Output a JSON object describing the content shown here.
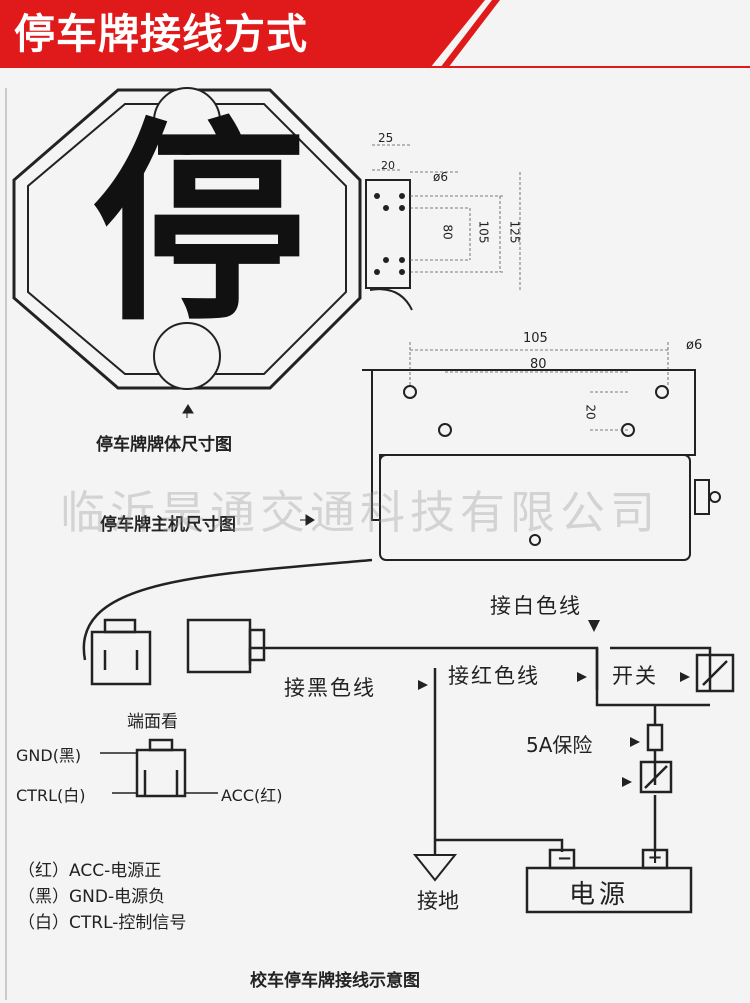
{
  "banner": {
    "title": "停车牌接线方式",
    "color": "#e01a1a"
  },
  "sign": {
    "character": "停",
    "caption": "停车牌牌体尺寸图",
    "bracket_dims": {
      "top": "25",
      "top_inner": "20",
      "hole": "ø6",
      "inner": "80",
      "mid": "105",
      "outer": "125"
    }
  },
  "host": {
    "caption": "停车牌主机尺寸图",
    "dims": {
      "outer": "105",
      "inner": "80",
      "hole": "ø6",
      "side": "20"
    }
  },
  "watermark": "临沂昊通交通科技有限公司",
  "connector": {
    "view_label": "端面看",
    "pins": {
      "gnd": "GND(黑)",
      "ctrl": "CTRL(白)",
      "acc": "ACC(红)"
    }
  },
  "legend": [
    "（红）ACC-电源正",
    "（黑）GND-电源负",
    "（白）CTRL-控制信号"
  ],
  "wiring": {
    "white": "接白色线",
    "black": "接黑色线",
    "red": "接红色线",
    "switch": "开关",
    "fuse": "5A保险",
    "ground": "接地",
    "power": "电源",
    "neg": "−",
    "pos": "+"
  },
  "footer": "校车停车牌接线示意图"
}
